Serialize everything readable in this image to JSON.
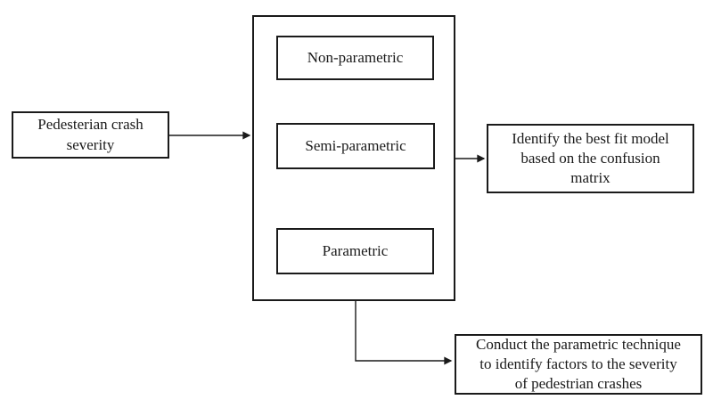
{
  "diagram": {
    "left_box": {
      "label": "Pedesterian crash\nseverity"
    },
    "technique_group": {
      "items": [
        {
          "label": "Non-parametric"
        },
        {
          "label": "Semi-parametric"
        },
        {
          "label": "Parametric"
        }
      ]
    },
    "right_box": {
      "label": "Identify the best fit model\nbased on the confusion\nmatrix"
    },
    "bottom_box": {
      "label": "Conduct the parametric technique\nto identify factors to the severity\nof pedestrian crashes"
    },
    "colors": {
      "line": "#1a1a1a",
      "text": "#1a1a1a",
      "background": "#ffffff"
    }
  }
}
